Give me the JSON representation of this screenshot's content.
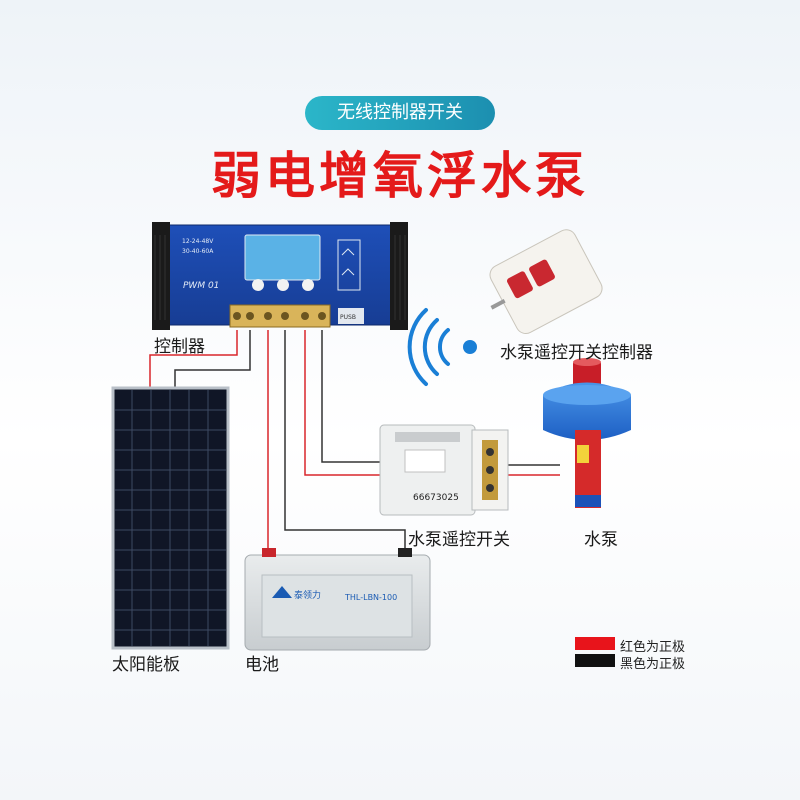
{
  "header": {
    "tag": "无线控制器开关",
    "title": "弱电增氧浮水泵"
  },
  "labels": {
    "controller": "控制器",
    "remote": "水泵遥控开关控制器",
    "solar_panel": "太阳能板",
    "battery": "电池",
    "remote_switch": "水泵遥控开关",
    "pump": "水泵"
  },
  "device_print": {
    "controller_spec_1": "12-24-48V",
    "controller_spec_2": "30-40-60A",
    "controller_model": "PWM 01",
    "controller_port": "PUSB",
    "battery_model": "THL-LBN-100",
    "battery_brand": "泰领力",
    "switch_code": "66673025"
  },
  "legend": [
    {
      "text": "红色为正极",
      "color": "#e8141b"
    },
    {
      "text": "黑色为正极",
      "color": "#111111"
    }
  ],
  "colors": {
    "positive_wire": "#d9262c",
    "negative_wire": "#333333",
    "accent": "#1a7fd6"
  }
}
